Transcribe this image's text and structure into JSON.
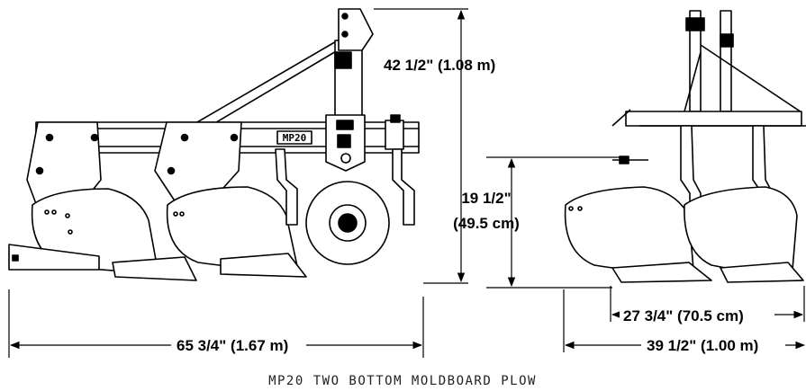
{
  "diagram": {
    "model_badge": "MP20",
    "dimensions": {
      "height": "42 1/2\" (1.08 m)",
      "length": "65 3/4\" (1.67 m)",
      "clearance_line1": "19 1/2\"",
      "clearance_line2": "(49.5 cm)",
      "cut_width": "27 3/4\" (70.5 cm)",
      "overall_width": "39 1/2\" (1.00 m)"
    },
    "caption": "MP20 TWO BOTTOM MOLDBOARD PLOW"
  }
}
